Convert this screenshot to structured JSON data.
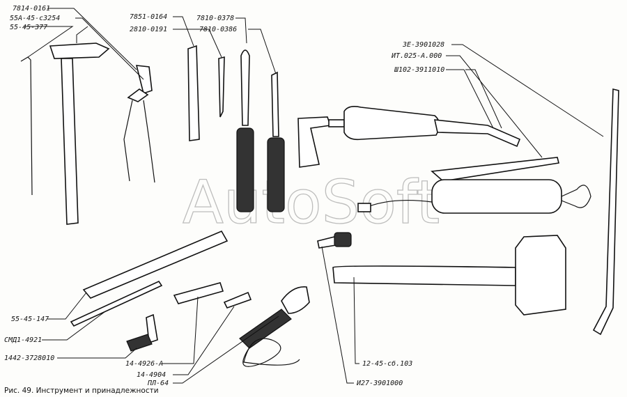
{
  "labels": {
    "l1": "7814-0161",
    "l2": "55А-45-с3254",
    "l3": "55-45-377",
    "l4": "7851-0164",
    "l5": "2810-0191",
    "l6": "7810-0378",
    "l7": "7810-0386",
    "l8": "3Е-3901028",
    "l9": "ИТ.025-А.000",
    "l10": "Ш102-3911010",
    "l11": "55-45-147",
    "l12": "СМД1-4921",
    "l13": "1442-3728010",
    "l14": "14-4926-А",
    "l15": "14-4904",
    "l16": "ПЛ-64",
    "l17": "12-45-сб.103",
    "l18": "И27-3901000"
  },
  "caption": "Рис. 49. Инструмент и принадлежности",
  "watermark": "AutoSoft"
}
